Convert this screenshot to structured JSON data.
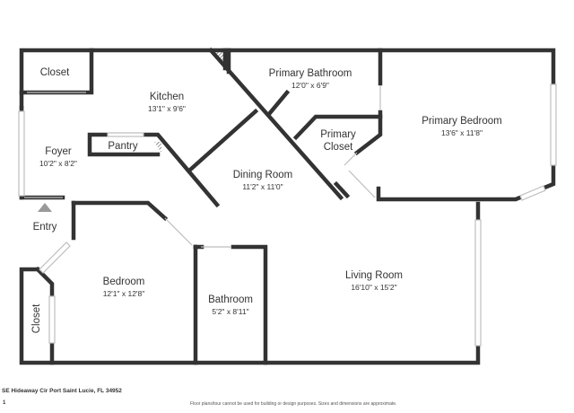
{
  "rooms": {
    "closet_top": {
      "name": "Closet",
      "dim": ""
    },
    "kitchen": {
      "name": "Kitchen",
      "dim": "13'1\" x 9'6\""
    },
    "primary_bathroom": {
      "name": "Primary Bathroom",
      "dim": "12'0\" x 6'9\""
    },
    "primary_bedroom": {
      "name": "Primary Bedroom",
      "dim": "13'6\" x 11'8\""
    },
    "pantry": {
      "name": "Pantry",
      "dim": ""
    },
    "foyer": {
      "name": "Foyer",
      "dim": "10'2\" x 8'2\""
    },
    "primary_closet": {
      "name1": "Primary",
      "name2": "Closet"
    },
    "dining_room": {
      "name": "Dining Room",
      "dim": "11'2\" x 11'0\""
    },
    "entry": {
      "name": "Entry"
    },
    "bedroom": {
      "name": "Bedroom",
      "dim": "12'1\" x 12'8\""
    },
    "living_room": {
      "name": "Living Room",
      "dim": "16'10\" x 15'2\""
    },
    "bathroom": {
      "name": "Bathroom",
      "dim": "5'2\" x 8'11\""
    },
    "closet_left": {
      "name": "Closet"
    }
  },
  "footer": {
    "address": "SE Hideaway Cir Port Saint Lucie, FL 34952",
    "page": "1",
    "disclaimer": "Floor plans/tour cannot be used for building or design purposes. Sizes and dimensions are approximate."
  },
  "colors": {
    "wall": "#333333",
    "window": "#bdbdbd",
    "entry_arrow": "#999999"
  }
}
